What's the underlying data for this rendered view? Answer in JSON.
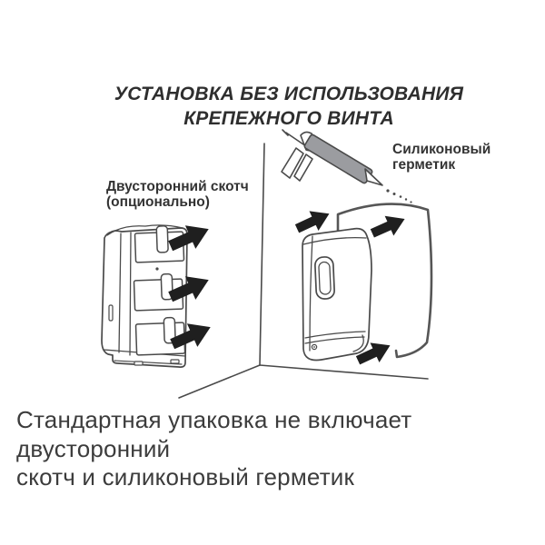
{
  "title": {
    "line1": "УСТАНОВКА БЕЗ ИСПОЛЬЗОВАНИЯ",
    "line2": "КРЕПЕЖНОГО ВИНТА"
  },
  "annotations": {
    "sealant": {
      "line1": "Силиконовый",
      "line2": "герметик"
    },
    "tape": {
      "line1": "Двусторонний скотч",
      "line2": "(опционально)"
    }
  },
  "footer": {
    "line1": "Стандартная упаковка не включает двусторонний",
    "line2": "скотч и силиконовый герметик"
  },
  "colors": {
    "background": "#ffffff",
    "line_art": "#4a4a4a",
    "plate_line": "#565656",
    "arrow": "#1f1f1f",
    "cartridge_fill": "#9b9ca0",
    "title_text": "#2e2e2e",
    "label_text": "#333333",
    "footer_text": "#3c3c3c"
  },
  "icons": {
    "caulk_gun": "caulk-gun-icon",
    "dispenser_back": "dispenser-back-tape-icon",
    "dispenser_front": "dispenser-front-icon",
    "mount_plate": "wall-plate-icon",
    "wall_corner": "wall-corner-lines",
    "peel_arrow": "peel-direction-arrow",
    "mount_arrow": "mount-direction-arrow",
    "sealant_dots": "sealant-dotted-line"
  }
}
